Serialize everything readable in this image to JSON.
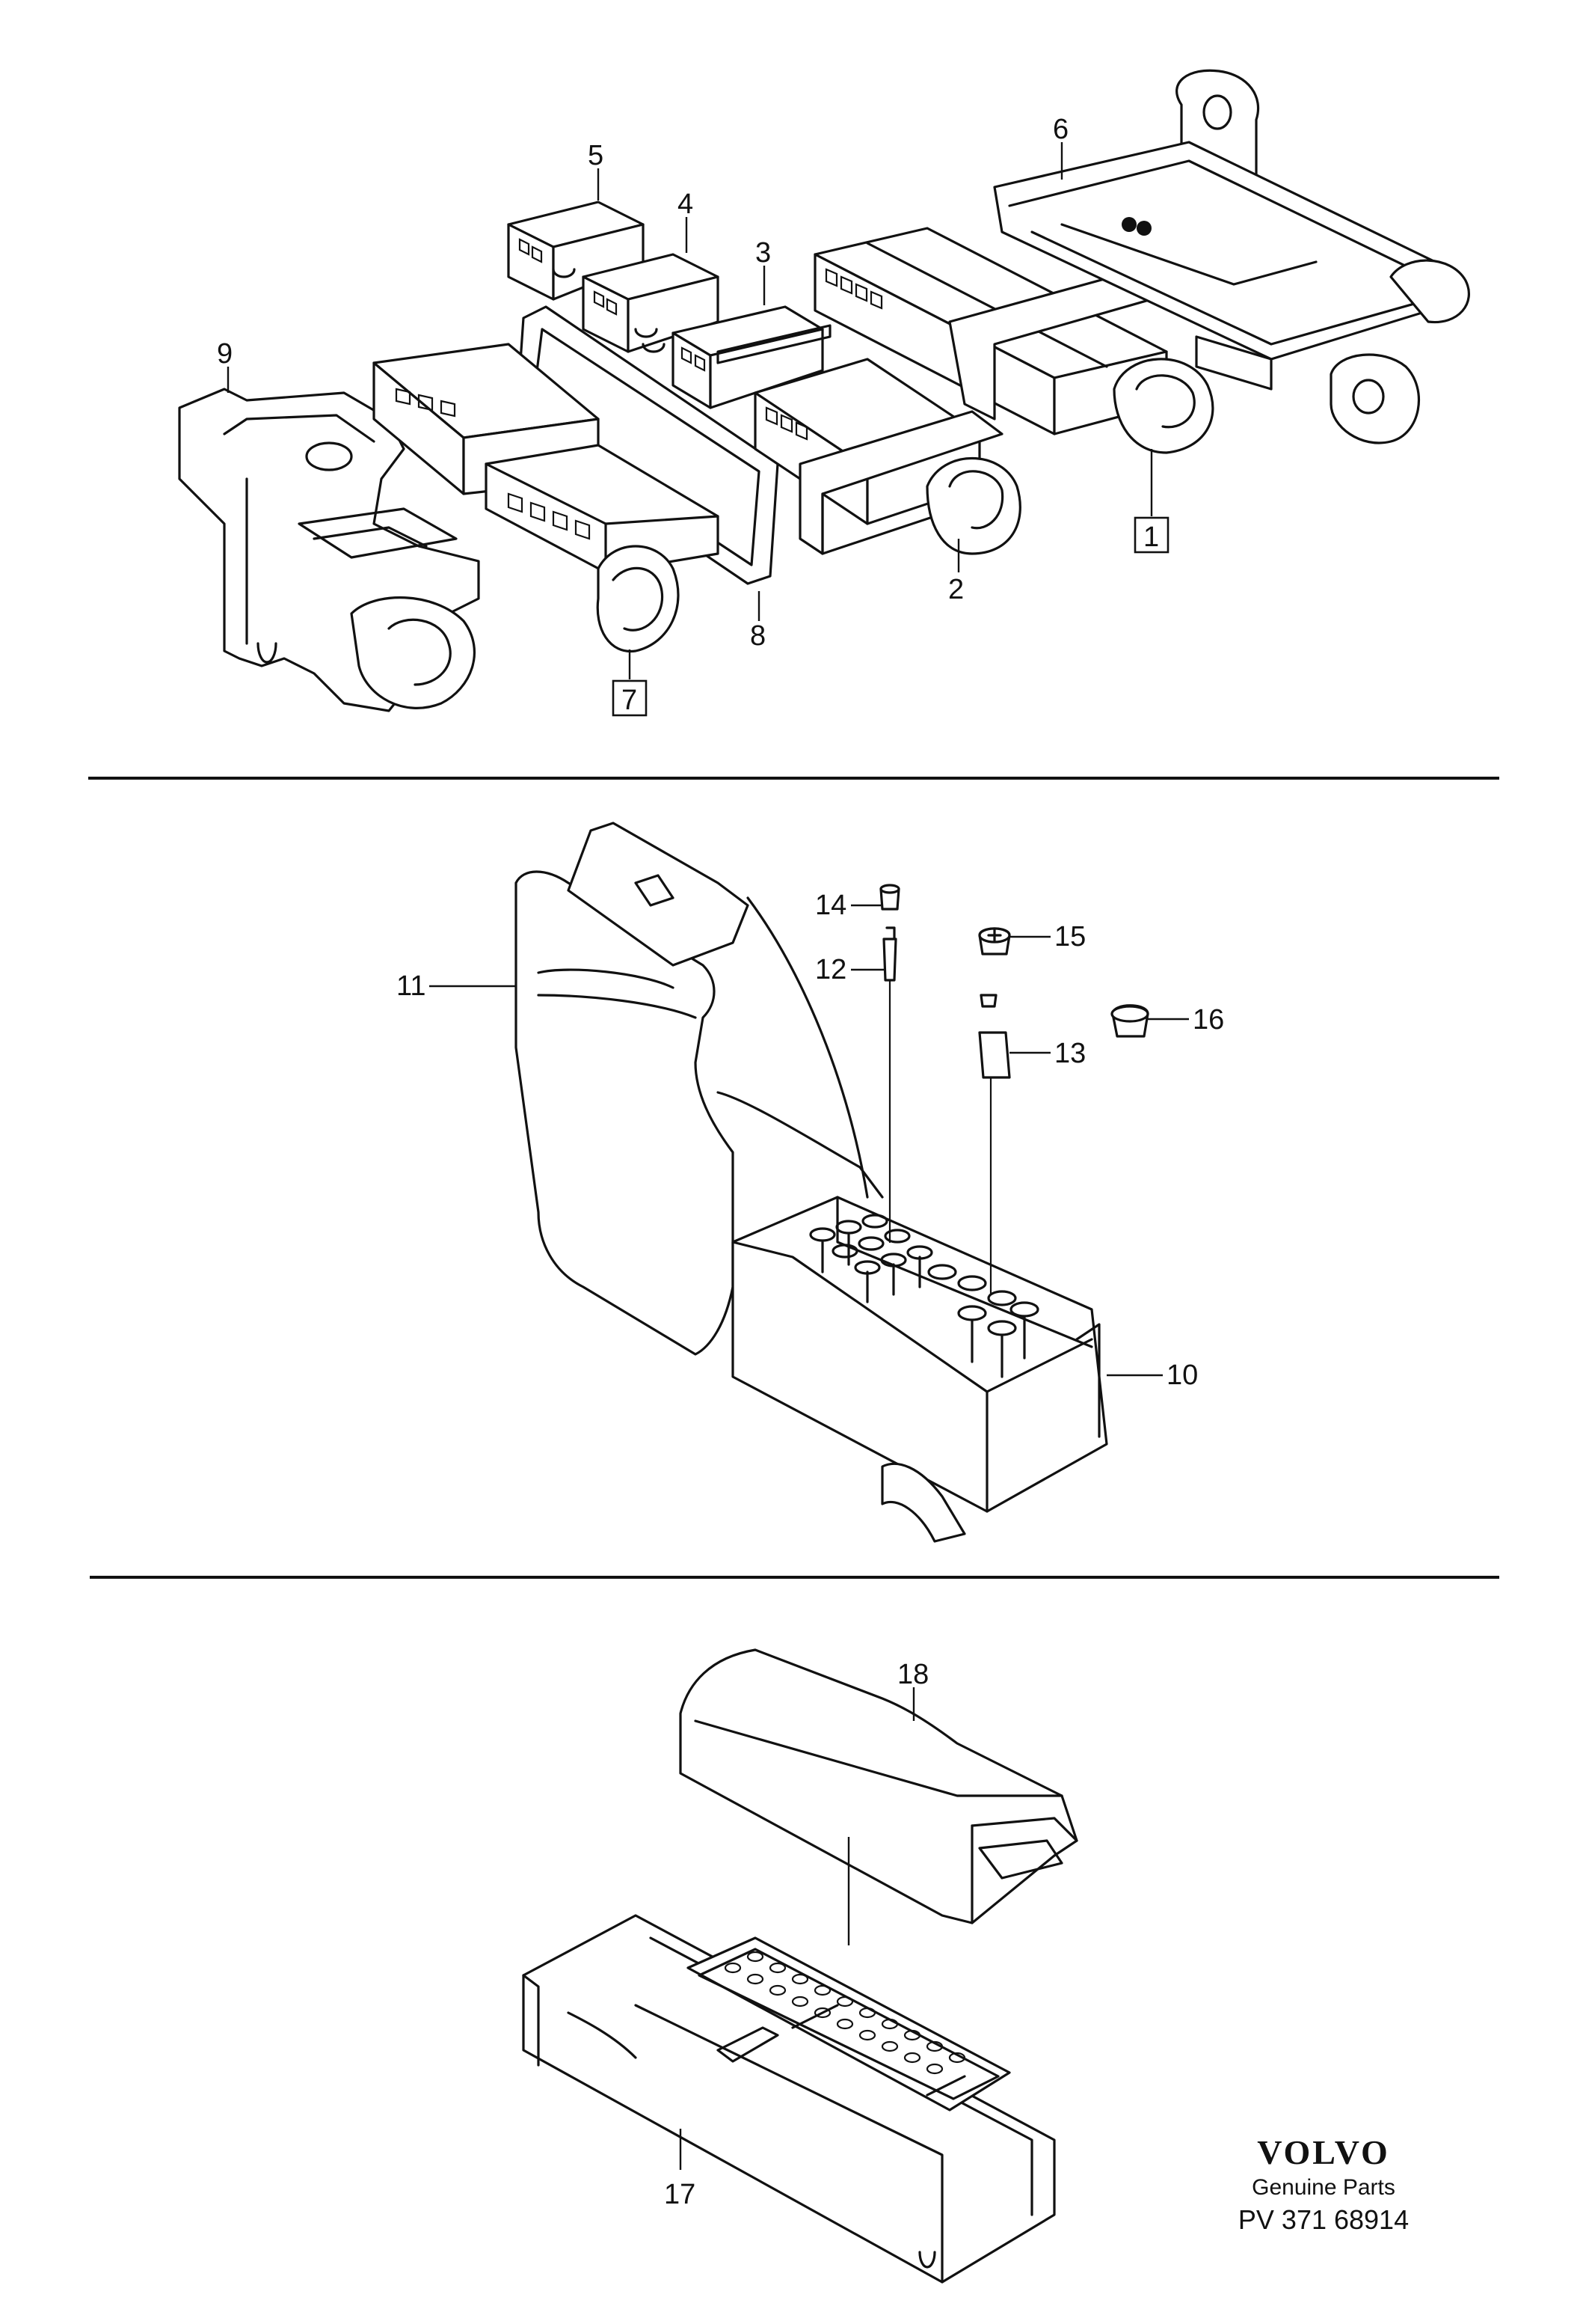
{
  "labels": {
    "p1": "1",
    "p2": "2",
    "p3": "3",
    "p4": "4",
    "p5": "5",
    "p6": "6",
    "p7": "7",
    "p8": "8",
    "p9": "9",
    "p10": "10",
    "p11": "11",
    "p12": "12",
    "p13": "13",
    "p14": "14",
    "p15": "15",
    "p16": "16",
    "p17": "17",
    "p18": "18"
  },
  "branding": {
    "logo": "VOLVO",
    "subtitle": "Genuine Parts",
    "code": "PV 371 68914"
  }
}
